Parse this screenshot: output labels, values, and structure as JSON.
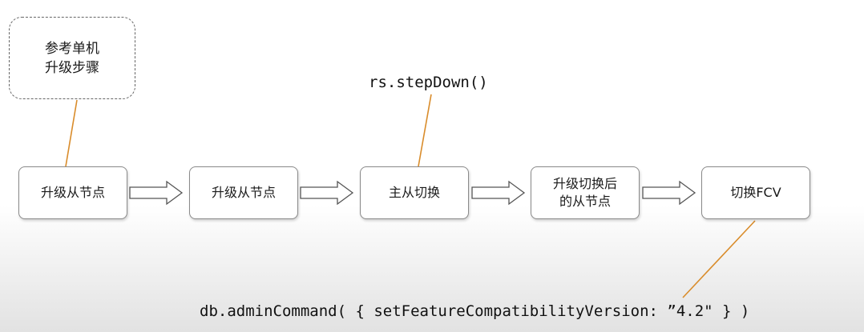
{
  "note": {
    "line1": "参考单机",
    "line2": "升级步骤"
  },
  "nodes": [
    {
      "lines": [
        "升级从节点"
      ]
    },
    {
      "lines": [
        "升级从节点"
      ]
    },
    {
      "lines": [
        "主从切换"
      ]
    },
    {
      "lines": [
        "升级切换后",
        "的从节点"
      ]
    },
    {
      "lines": [
        "切换FCV"
      ]
    }
  ],
  "annotations": {
    "step_down": "rs.stepDown()",
    "fcv_command": "db.adminCommand( { setFeatureCompatibilityVersion: ”4.2\" } )"
  },
  "colors": {
    "connector": "#d98c2b",
    "arrow_stroke": "#555555",
    "arrow_fill": "#ffffff",
    "node_border": "#8a8a8a"
  }
}
